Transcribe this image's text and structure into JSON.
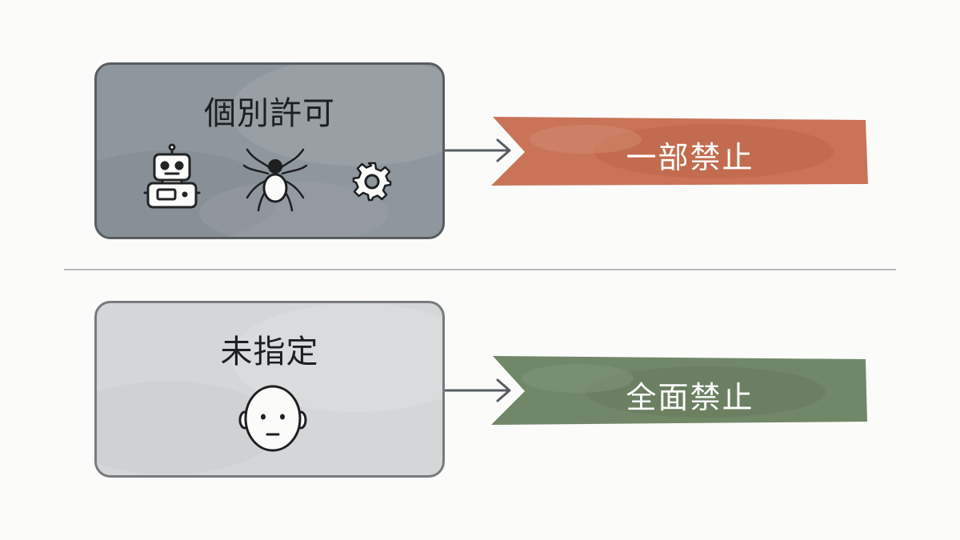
{
  "upper": {
    "title": "個別許可",
    "result": "一部禁止",
    "icons": [
      "robot-icon",
      "spider-icon",
      "gear-icon"
    ],
    "box_color": "#8f979e",
    "ribbon_color": "#c97458"
  },
  "lower": {
    "title": "未指定",
    "result": "全面禁止",
    "icons": [
      "face-icon"
    ],
    "box_color": "#d4d6d7",
    "ribbon_color": "#718868"
  }
}
